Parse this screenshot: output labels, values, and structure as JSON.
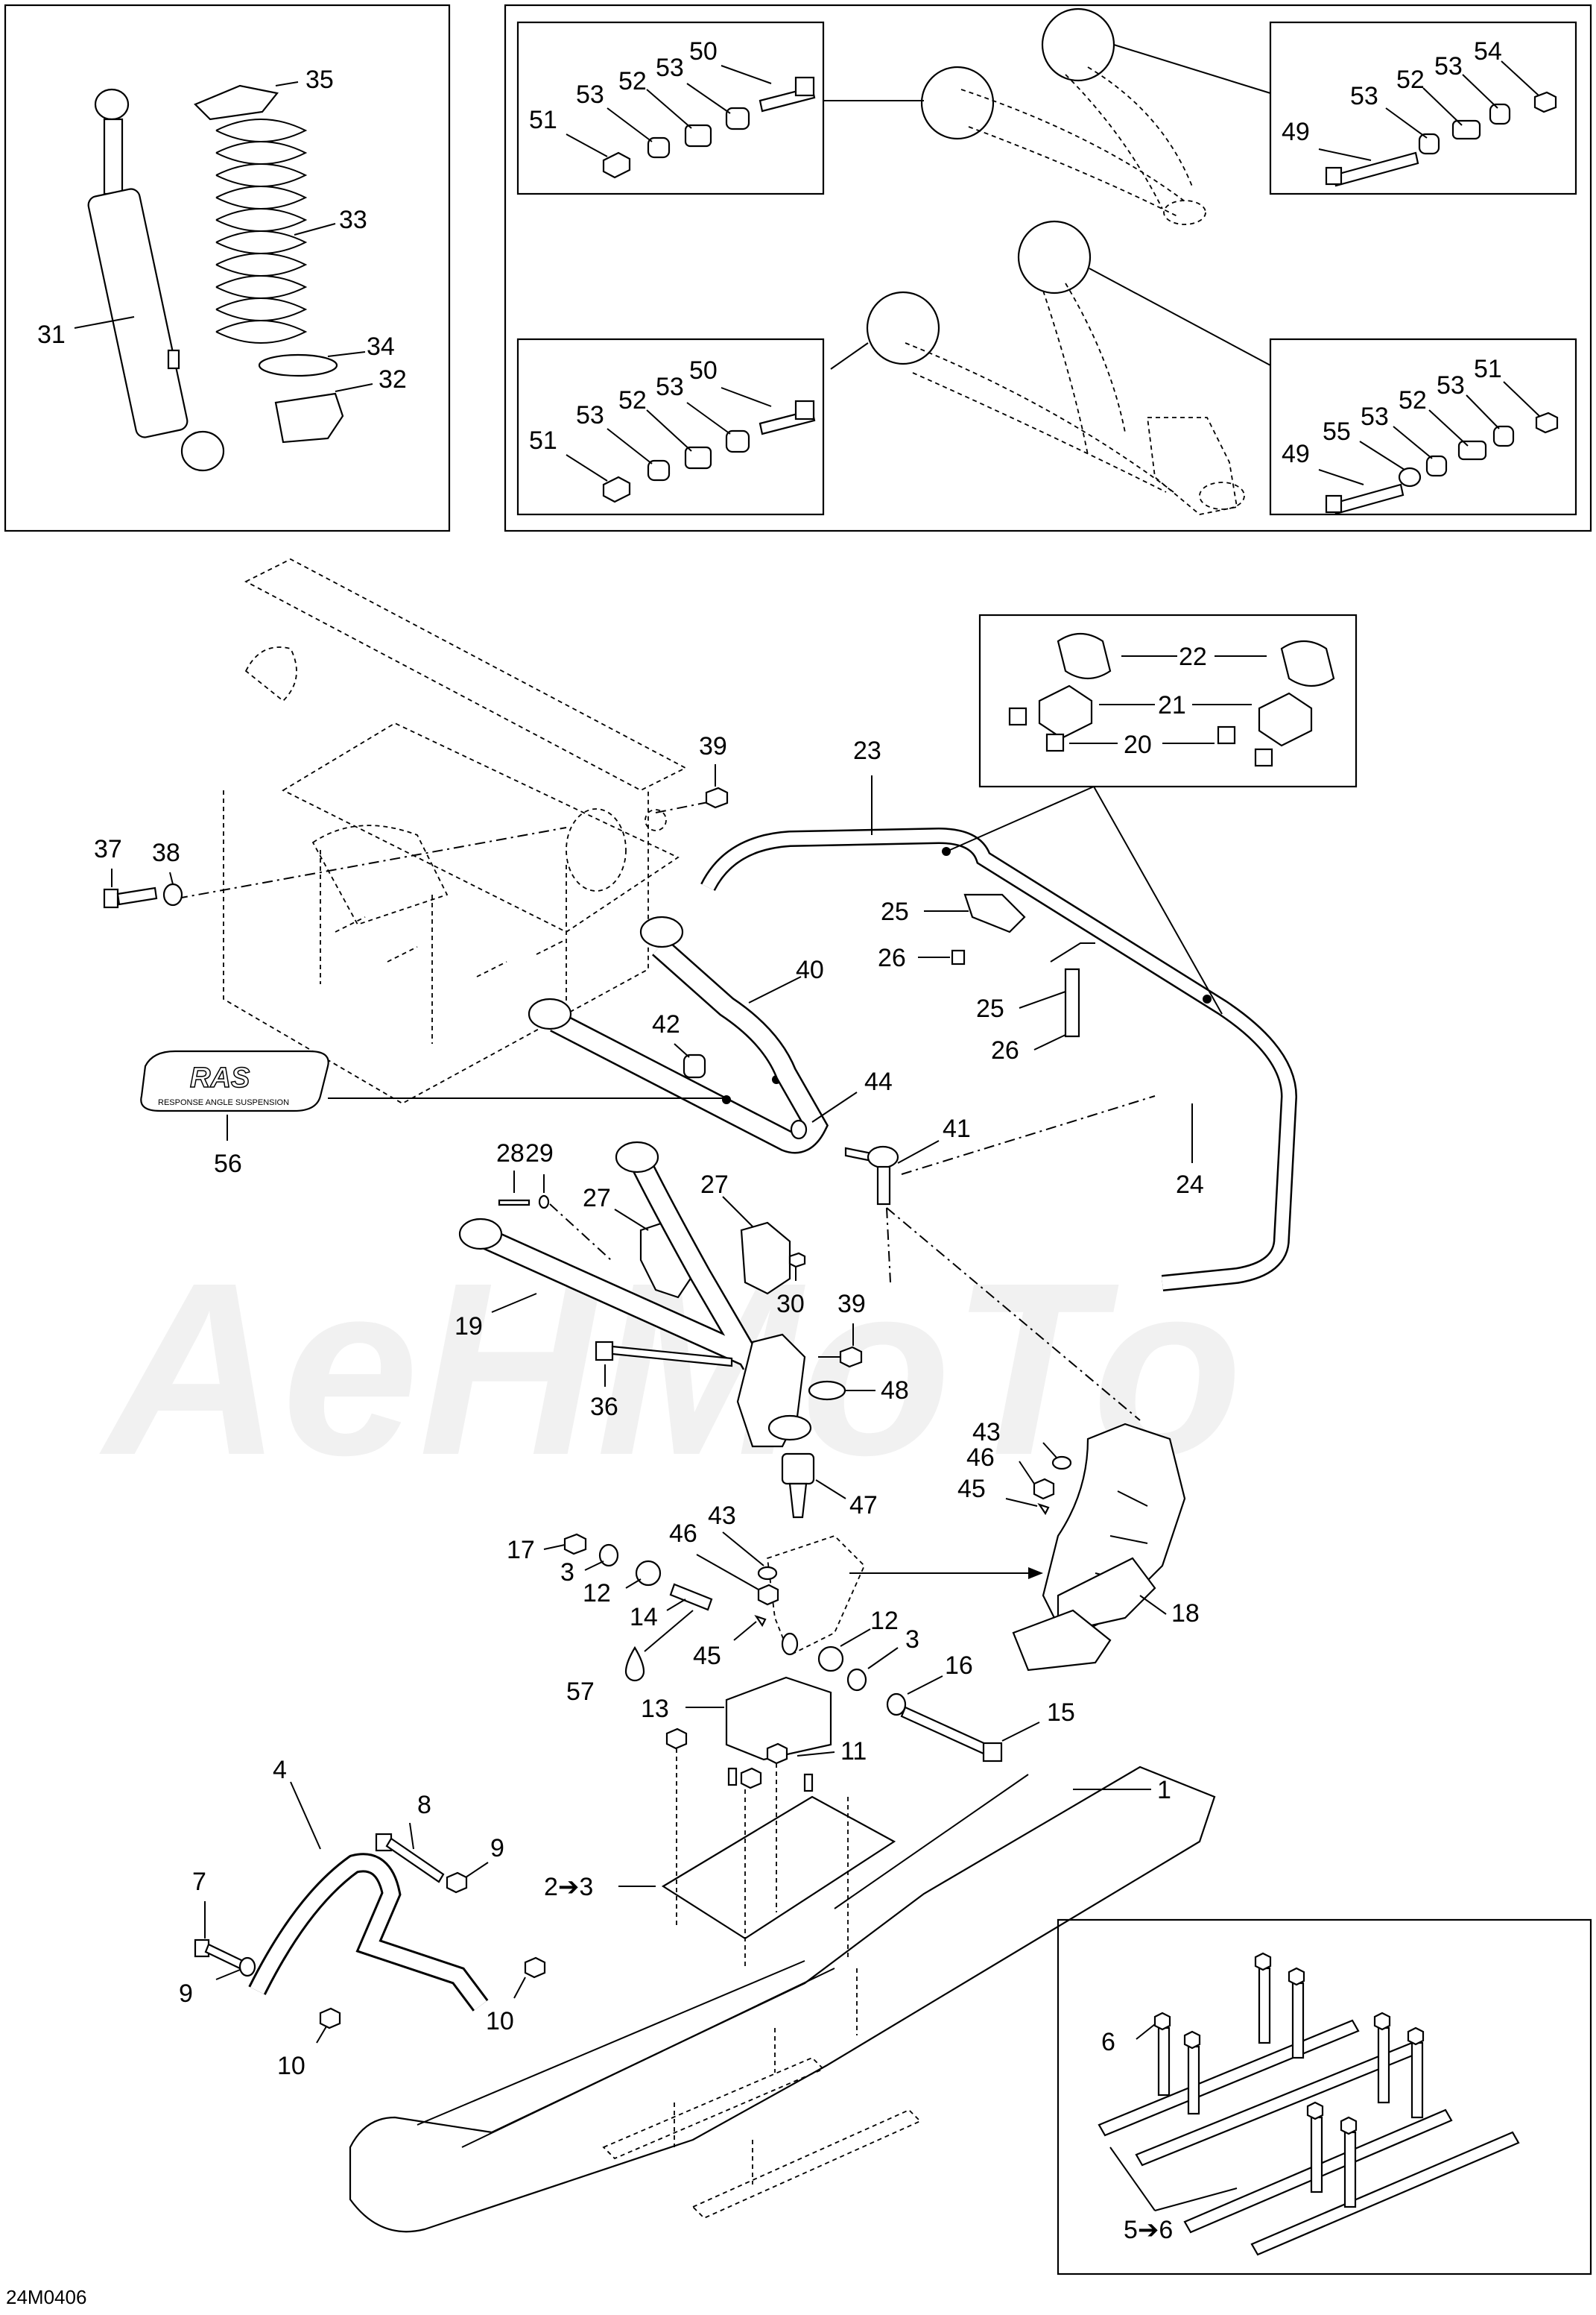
{
  "drawing_code": "24M0406",
  "labels": {
    "l1": "1",
    "l2to3": "2➔3",
    "l3a": "3",
    "l3b": "3",
    "l4": "4",
    "l5to6": "5➔6",
    "l6": "6",
    "l7": "7",
    "l8": "8",
    "l9a": "9",
    "l9b": "9",
    "l10a": "10",
    "l10b": "10",
    "l11": "11",
    "l12a": "12",
    "l12b": "12",
    "l13": "13",
    "l14": "14",
    "l15": "15",
    "l16": "16",
    "l17": "17",
    "l18": "18",
    "l19": "19",
    "l20": "20",
    "l21": "21",
    "l22": "22",
    "l23": "23",
    "l24": "24",
    "l25a": "25",
    "l25b": "25",
    "l26a": "26",
    "l26b": "26",
    "l27a": "27",
    "l27b": "27",
    "l28": "28",
    "l29": "29",
    "l30": "30",
    "l31": "31",
    "l32": "32",
    "l33": "33",
    "l34": "34",
    "l35": "35",
    "l36": "36",
    "l37": "37",
    "l38": "38",
    "l39a": "39",
    "l39b": "39",
    "l40": "40",
    "l41": "41",
    "l42": "42",
    "l43a": "43",
    "l43b": "43",
    "l44": "44",
    "l45a": "45",
    "l45b": "45",
    "l46a": "46",
    "l46b": "46",
    "l47": "47",
    "l48": "48",
    "b1_50": "50",
    "b1_51": "51",
    "b1_52": "52",
    "b1_53a": "53",
    "b1_53b": "53",
    "b2_49": "49",
    "b2_52": "52",
    "b2_53a": "53",
    "b2_53b": "53",
    "b2_54": "54",
    "b3_50": "50",
    "b3_51": "51",
    "b3_52": "52",
    "b3_53a": "53",
    "b3_53b": "53",
    "b4_49": "49",
    "b4_51": "51",
    "b4_52": "52",
    "b4_53a": "53",
    "b4_53b": "53",
    "b4_55": "55",
    "l56": "56",
    "l57": "57"
  },
  "ras_logo": {
    "mark": "RAS",
    "tagline": "RESPONSE ANGLE SUSPENSION"
  },
  "watermark": "AeHMoTo"
}
